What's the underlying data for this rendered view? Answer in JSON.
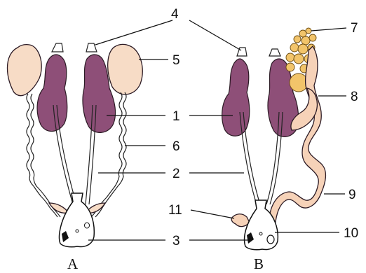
{
  "labels": {
    "n1": "1",
    "n2": "2",
    "n3": "3",
    "n4": "4",
    "n5": "5",
    "n6": "6",
    "n7": "7",
    "n8": "8",
    "n9": "9",
    "n10": "10",
    "n11": "11"
  },
  "panels": {
    "a": "A",
    "b": "B"
  },
  "colors": {
    "kidney": "#8e4f78",
    "gonad": "#f7dcc6",
    "oviduct": "#f6d2b8",
    "follicle": "#f2c46a"
  }
}
